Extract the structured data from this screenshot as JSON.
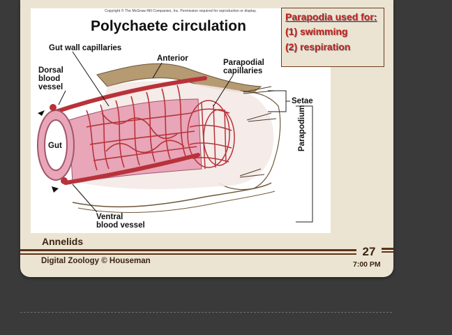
{
  "slide": {
    "copyright": "Copyright © The McGraw-Hill Companies, Inc. Permission required for reproduction or display.",
    "title": "Polychaete circulation",
    "labels": {
      "gut_wall_capillaries": "Gut wall capillaries",
      "anterior": "Anterior",
      "dorsal_line1": "Dorsal",
      "dorsal_line2": "blood",
      "dorsal_line3": "vessel",
      "parapodial_line1": "Parapodial",
      "parapodial_line2": "capillaries",
      "setae": "Setae",
      "gut": "Gut",
      "parapodium": "Parapodium",
      "ventral_line1": "Ventral",
      "ventral_line2": "blood vessel"
    },
    "callout": {
      "title": "Parapodia used for:",
      "items": [
        "(1)  swimming",
        "(2)  respiration"
      ]
    },
    "section": "Annelids",
    "footer": "Digital Zoology © Houseman",
    "page_number": "27",
    "time": "7:00 PM"
  },
  "colors": {
    "slide_bg": "#ece4d3",
    "accent_brown": "#5c3317",
    "callout_red": "#c0201a",
    "vessel_red": "#b8323a",
    "gut_pink": "#e8a6b8",
    "body_tan": "#b59a72"
  }
}
